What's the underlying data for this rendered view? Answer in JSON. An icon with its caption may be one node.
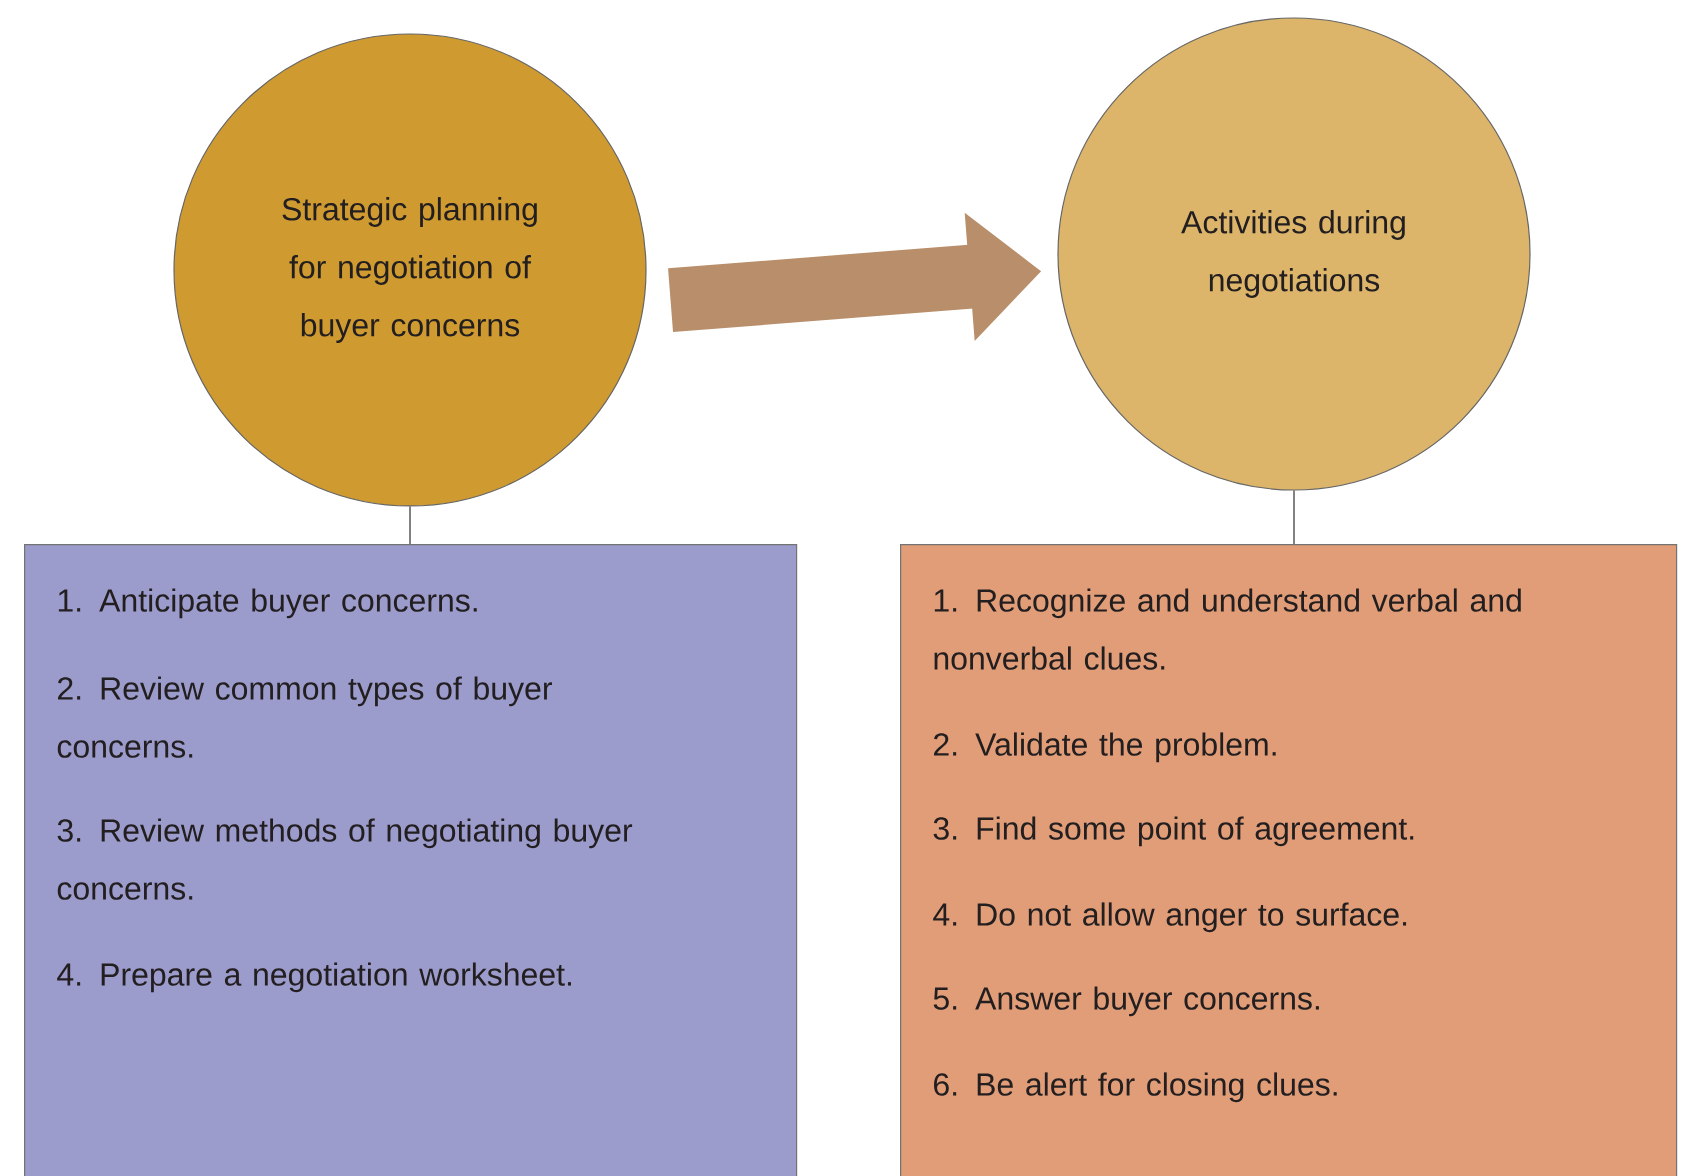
{
  "diagram": {
    "nodes": [
      {
        "text": [
          "Strategic planning for negotiation of buyer concerns"
        ]
      },
      {
        "text": [
          "Activities during negotiations"
        ]
      },
      {
        "text": [
          "1. Anticipate buyer concerns.",
          "2. Review common types of buyer concerns.",
          "3. Review methods of negotiating buyer concerns.",
          "4. Prepare a negotiation worksheet."
        ]
      },
      {
        "text": [
          "1. Recognize and understand verbal and nonverbal clues.",
          "2. Validate the problem.",
          "3. Find some point of agreement.",
          "4. Do not allow anger to surface.",
          "5. Answer buyer concerns.",
          "6. Be alert for closing clues."
        ]
      }
    ],
    "edges": [
      {
        "from": 0,
        "to": 1,
        "arrow": "to",
        "style": "thick",
        "color": "#b88f6a"
      },
      {
        "from": 0,
        "to": 2,
        "arrow": "none"
      },
      {
        "from": 1,
        "to": 3,
        "arrow": "none"
      }
    ]
  }
}
